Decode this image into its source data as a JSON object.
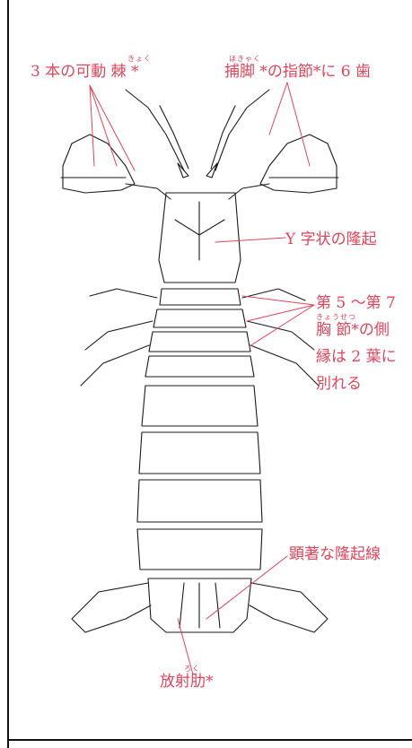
{
  "labels": {
    "spines": "3 本の可動 棘 *",
    "spines_ruby": "きょく",
    "dactyl": "捕脚 *の指節*に 6 歯",
    "dactyl_ruby": "ほきゃく",
    "ridge_y": "Y 字状の隆起",
    "thorax_1": "第 5 〜第 7",
    "thorax_2": "胸 節*の側",
    "thorax_ruby": "きょうせつ",
    "thorax_3": "縁は 2 葉に",
    "thorax_4": "別れる",
    "ridge_line": "顕著な隆起線",
    "ribs": "放射肋*",
    "ribs_ruby": "ろく"
  },
  "colors": {
    "annotation": "#e0455a",
    "line": "#1a1a1a"
  }
}
